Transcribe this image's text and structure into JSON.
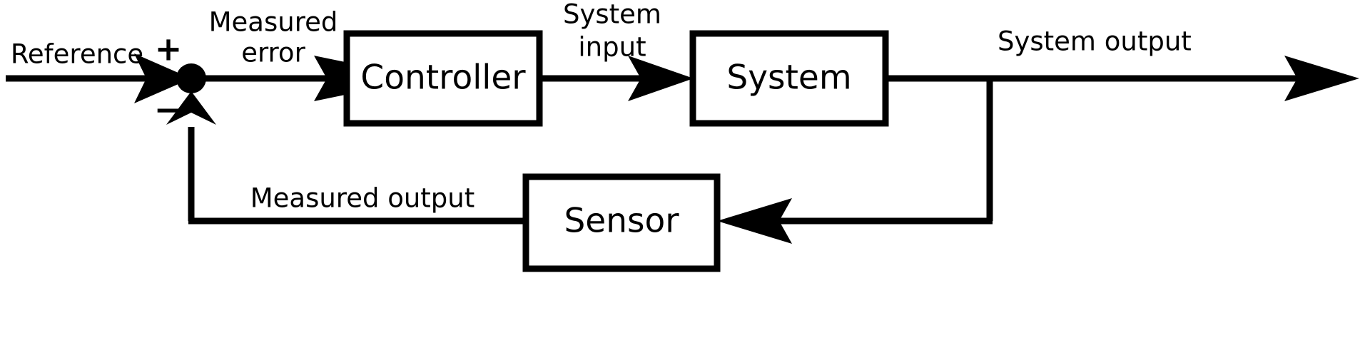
{
  "diagram": {
    "title": "Feedback control loop block diagram",
    "type": "block-diagram",
    "background_color": "#ffffff",
    "line_color": "#000000",
    "blocks": [
      {
        "id": "controller",
        "label": "Controller"
      },
      {
        "id": "system",
        "label": "System"
      },
      {
        "id": "sensor",
        "label": "Sensor"
      }
    ],
    "signals": {
      "reference": "Reference",
      "measured_error_line1": "Measured",
      "measured_error_line2": "error",
      "system_input_line1": "System",
      "system_input_line2": "input",
      "system_output": "System output",
      "measured_output": "Measured output"
    },
    "summing_junction": {
      "plus_sign": "+",
      "minus_sign": "−"
    }
  }
}
